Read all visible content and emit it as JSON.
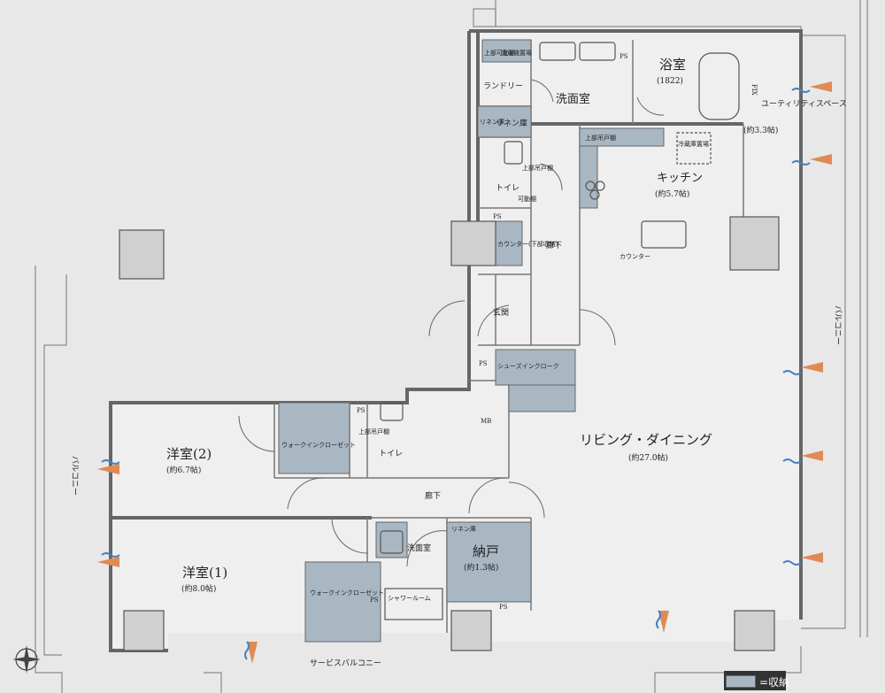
{
  "colors": {
    "background": "#e8e8e8",
    "floor": "#efefef",
    "storage": "#a9b7c3",
    "wall": "#777777",
    "wind_blue": "#4a7fc0",
    "wind_orange": "#e08a55"
  },
  "rooms": {
    "bath": "浴室",
    "bath_size": "(1822)",
    "laundry_space": "洗濯機置場",
    "upper_movable": "上部可動棚",
    "laundry": "ランドリー",
    "washroom_top": "洗面室",
    "linen_small": "リネン庫",
    "linen": "リネン庫",
    "toilet_top": "トイレ",
    "upper_hanging_shelf_v": "上部吊戸棚",
    "movable_shelf": "可動棚",
    "ps": "PS",
    "fix": "FIX",
    "utility": "ユーティリティスペース",
    "utility_size": "(約3.3帖)",
    "upper_hanging_shelf": "上部吊戸棚",
    "fridge": "冷蔵庫置場",
    "kitchen": "キッチン",
    "kitchen_size": "(約5.7帖)",
    "counter_small": "カウンター(下部収納)",
    "counter": "カウンター",
    "corridor": "廊下",
    "entrance": "玄関",
    "shoes_closet": "シューズインクローク",
    "mb": "MB",
    "living": "リビング・ダイニング",
    "living_size": "(約27.0帖)",
    "room2": "洋室(2)",
    "room2_size": "(約6.7帖)",
    "wic": "ウォークインクローゼット",
    "toilet": "トイレ",
    "upper_hanging_shelf2": "上部吊戸棚",
    "corridor2": "廊下",
    "washroom": "洗面室",
    "linen2": "リネン庫",
    "storeroom": "納戸",
    "storeroom_size": "(約1.3帖)",
    "room1": "洋室(1)",
    "room1_size": "(約8.0帖)",
    "wic2": "ウォークインクローゼット",
    "shower": "シャワールーム",
    "balcony_right": "バルコニー",
    "balcony_left": "バルコニー",
    "service_balcony": "サービスバルコニー"
  },
  "legend": {
    "text": "=収納"
  }
}
